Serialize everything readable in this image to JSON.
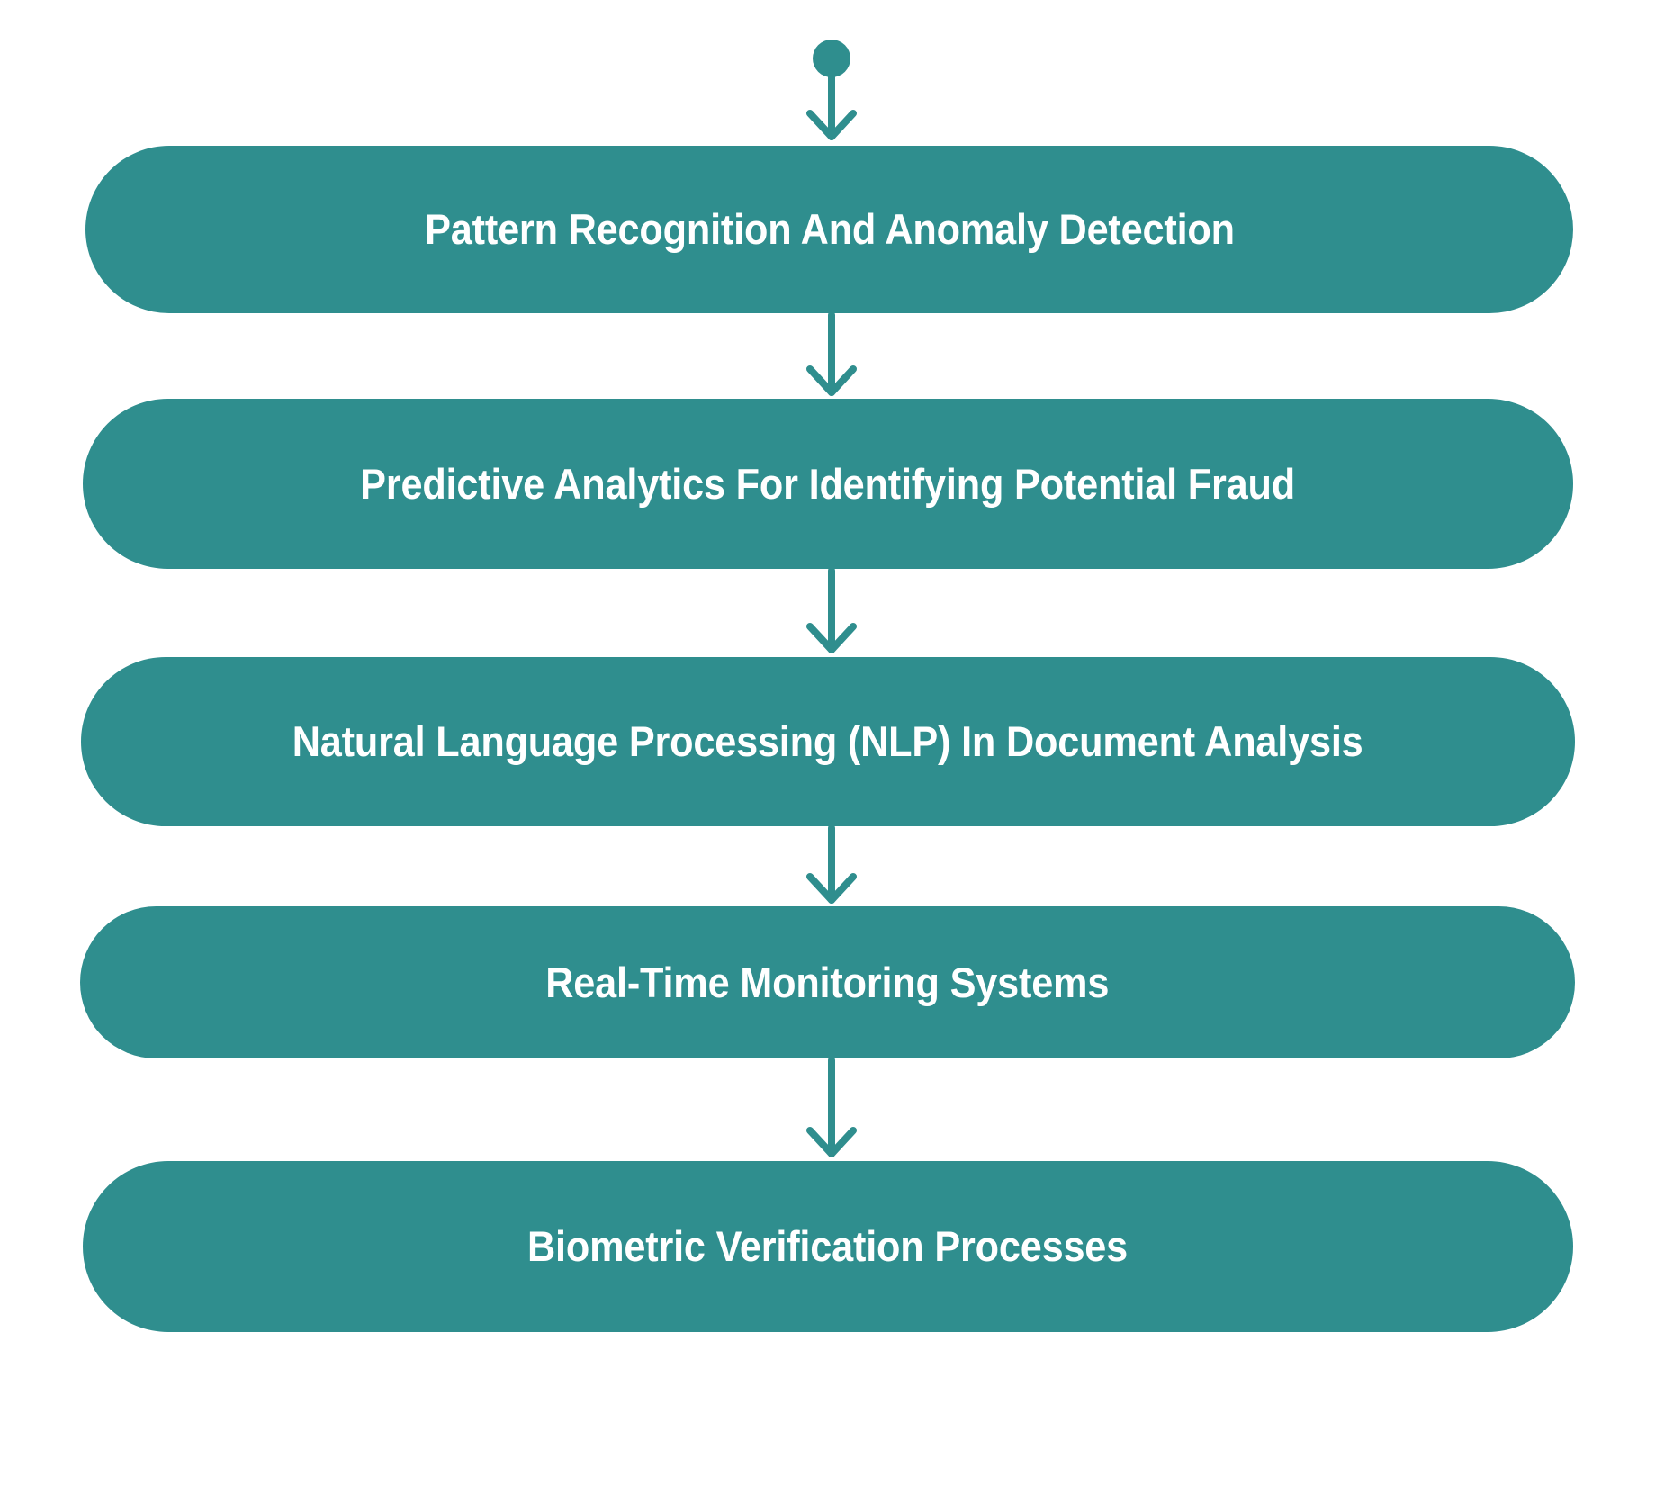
{
  "meta": {
    "kind": "vertical-flowchart",
    "background_color": "#ffffff",
    "accent_color": "#2f8e8e",
    "text_color": "#ffffff",
    "orientation": "top-to-bottom"
  },
  "flow": {
    "start_node": {
      "icon": "start-dot-icon",
      "shape": "circle"
    },
    "steps": [
      {
        "index": "1",
        "label": "Pattern Recognition And Anomaly Detection"
      },
      {
        "index": "2",
        "label": "Predictive Analytics For Identifying Potential Fraud"
      },
      {
        "index": "3",
        "label": "Natural Language Processing (NLP) In Document Analysis"
      },
      {
        "index": "4",
        "label": "Real-Time Monitoring Systems"
      },
      {
        "index": "5",
        "label": "Biometric Verification Processes"
      }
    ],
    "connectors": [
      {
        "from": "start-node",
        "to": "step-1",
        "icon": "arrow-down-icon"
      },
      {
        "from": "step-1",
        "to": "step-2",
        "icon": "arrow-down-icon"
      },
      {
        "from": "step-2",
        "to": "step-3",
        "icon": "arrow-down-icon"
      },
      {
        "from": "step-3",
        "to": "step-4",
        "icon": "arrow-down-icon"
      },
      {
        "from": "step-4",
        "to": "step-5",
        "icon": "arrow-down-icon"
      }
    ]
  }
}
